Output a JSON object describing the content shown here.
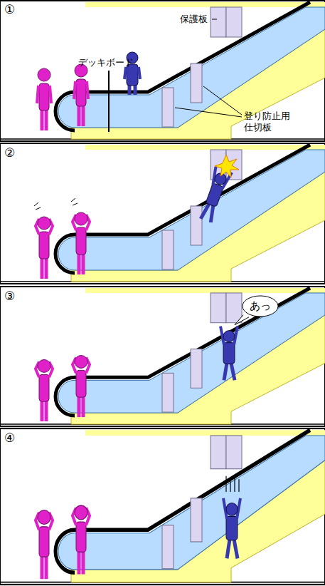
{
  "diagram": {
    "nodes": [
      {
        "text": [
          "あっ"
        ]
      }
    ],
    "labels": [
      "①",
      "②",
      "③",
      "④",
      "保護板",
      "デッキボード",
      "登り防止用 仕切板"
    ]
  }
}
